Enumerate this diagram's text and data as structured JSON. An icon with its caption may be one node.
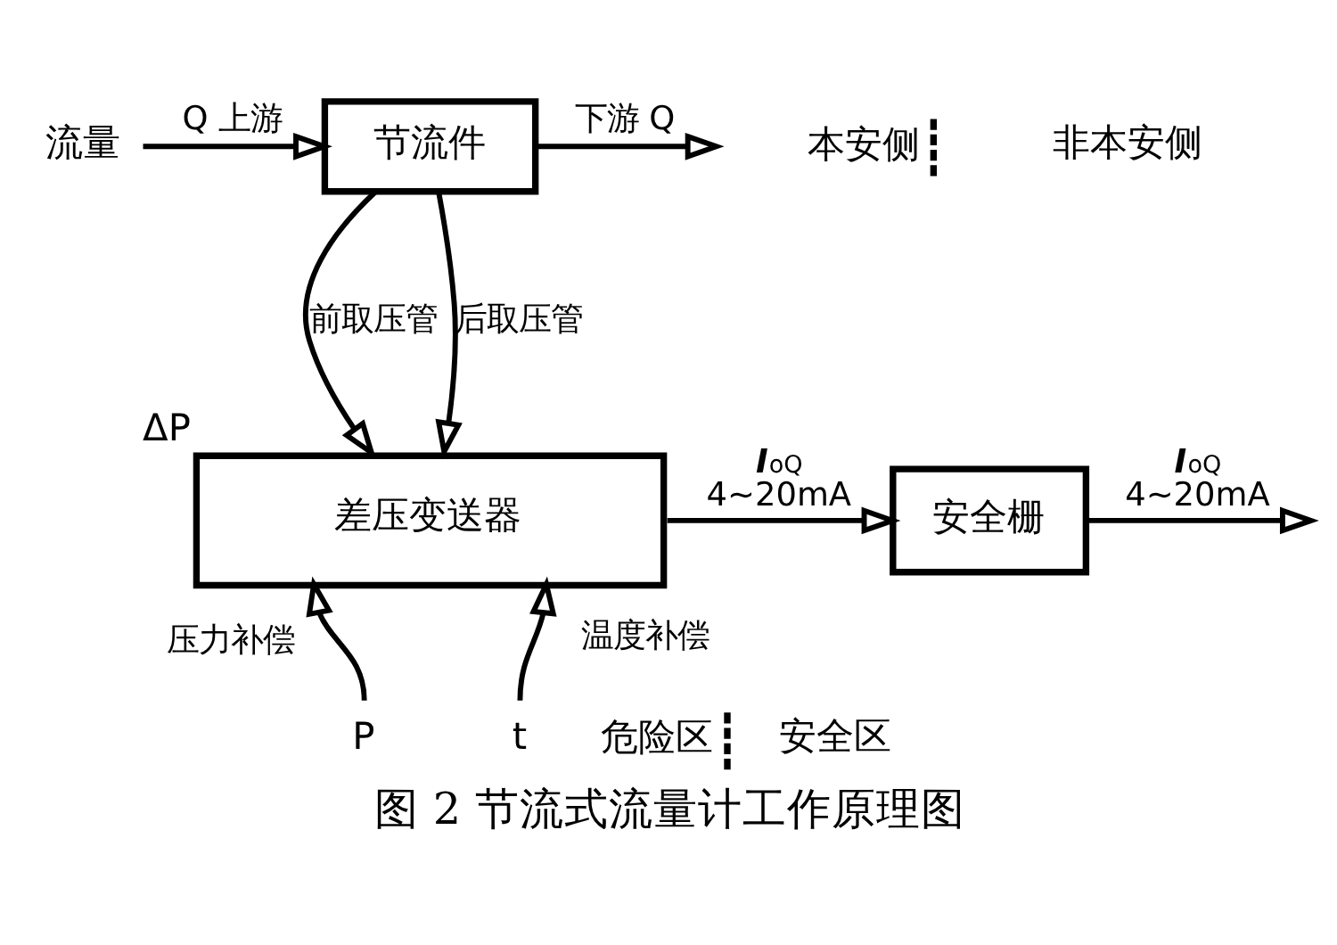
{
  "diagram": {
    "caption": "图 2 节流式流量计工作原理图",
    "nodes": [
      {
        "text": [
          "流量"
        ]
      },
      {
        "text": [
          "节流件"
        ]
      },
      {
        "text": [
          "差压变送器"
        ],
        "beside": [
          "ΔP"
        ]
      },
      {
        "text": [
          "安全栅"
        ]
      },
      {
        "text": [
          "P"
        ]
      },
      {
        "text": [
          "t"
        ]
      }
    ],
    "edges": [
      {
        "from": 0,
        "to": 1,
        "arrow": "to",
        "label": "Q 上游"
      },
      {
        "from": 1,
        "to": null,
        "arrow": "to",
        "label": "下游 Q"
      },
      {
        "from": 1,
        "to": 2,
        "arrow": "to",
        "label": "前取压管"
      },
      {
        "from": 1,
        "to": 2,
        "arrow": "to",
        "label": "后取压管"
      },
      {
        "from": 4,
        "to": 2,
        "arrow": "to",
        "label": "压力补偿"
      },
      {
        "from": 5,
        "to": 2,
        "arrow": "to",
        "label": "温度补偿"
      },
      {
        "from": 2,
        "to": 3,
        "arrow": "to",
        "label": "*I*$_{oQ}$ 4~20mA"
      },
      {
        "from": 3,
        "to": null,
        "arrow": "to",
        "label": "*I*$_{oQ}$ 4~20mA"
      }
    ],
    "labels": [
      "本安侧",
      "非本安侧",
      "危险区",
      "安全区"
    ]
  }
}
